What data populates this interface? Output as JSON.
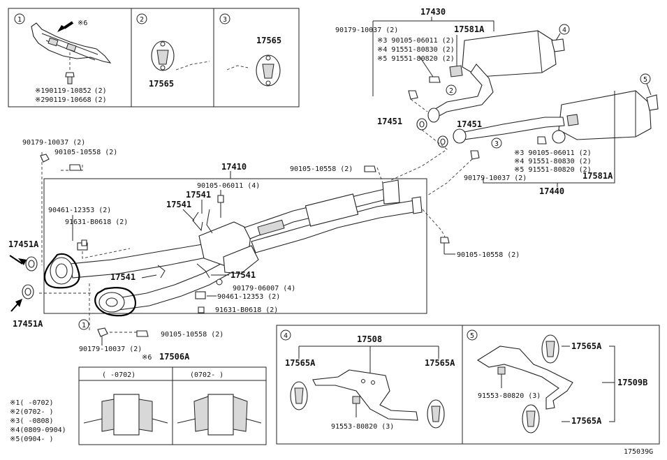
{
  "footer_code": "175039G",
  "inset1": {
    "num": "1",
    "star_label": "※6",
    "lines": [
      {
        "mark": "※1",
        "part": "90119-10852",
        "qty": "(2)"
      },
      {
        "mark": "※2",
        "part": "90119-10668",
        "qty": "(2)"
      }
    ]
  },
  "inset2": {
    "num": "2",
    "part": "17565"
  },
  "inset3": {
    "num": "3",
    "part": "17565"
  },
  "inset4": {
    "num": "4",
    "assembly": "17508",
    "left_part": "17565A",
    "right_part": "17565A",
    "bolt": "91553-80820 (3)"
  },
  "inset5": {
    "num": "5",
    "top_part": "17565A",
    "assembly": "17509B",
    "bottom_part": "17565A",
    "bolt": "91553-80820 (3)"
  },
  "inset6": {
    "mark": "※6",
    "part": "17506A",
    "col1": "(      -0702)",
    "col2": "(0702-      )"
  },
  "legend": [
    {
      "mark": "※1",
      "range": "(      -0702)"
    },
    {
      "mark": "※2",
      "range": "(0702-      )"
    },
    {
      "mark": "※3",
      "range": "(      -0808)"
    },
    {
      "mark": "※4",
      "range": "(0809-0904)"
    },
    {
      "mark": "※5",
      "range": "(0904-      )"
    }
  ],
  "upper_right": {
    "assembly_top": "17430",
    "assembly_bottom": "17440",
    "circle4": "4",
    "circle5": "5",
    "circle2": "2",
    "circle3": "3",
    "top_labels": [
      "90179-10037 (2)",
      "※3 90105-06011 (2)",
      "※4 91551-80830 (2)",
      "※5 91551-80820 (2)"
    ],
    "top_right_part": "17581A",
    "gasket_left": "17451",
    "gasket_mid": "17451",
    "bottom_labels": [
      "※3 90105-06011 (2)",
      "※4 91551-80830 (2)",
      "※5 91551-80820 (2)",
      "90179-10037 (2)"
    ],
    "bottom_right_part": "17581A"
  },
  "main": {
    "assembly": "17410",
    "left_top_1": "90179-10037 (2)",
    "left_top_2": "90105-10558 (2)",
    "nut_top": "90105-06011 (4)",
    "sensor_a": "17541",
    "sensor_b": "17541",
    "clamp_a": "90461-12353 (2)",
    "clip_a": "91631-B0618 (2)",
    "gasket_a": "17451A",
    "gasket_b": "17451A",
    "sensor_c": "17541",
    "sensor_d": "17541",
    "stud_b": "90179-06007 (4)",
    "clamp_b": "90461-12353 (2)",
    "clip_b": "91631-B0618 (2)",
    "bolt_mid": "90105-10558 (2)",
    "bolt_right": "90105-10558 (2)",
    "bolt_lower": "90105-10558 (2)",
    "nut_lower": "90179-10037 (2)",
    "circle1": "1"
  }
}
